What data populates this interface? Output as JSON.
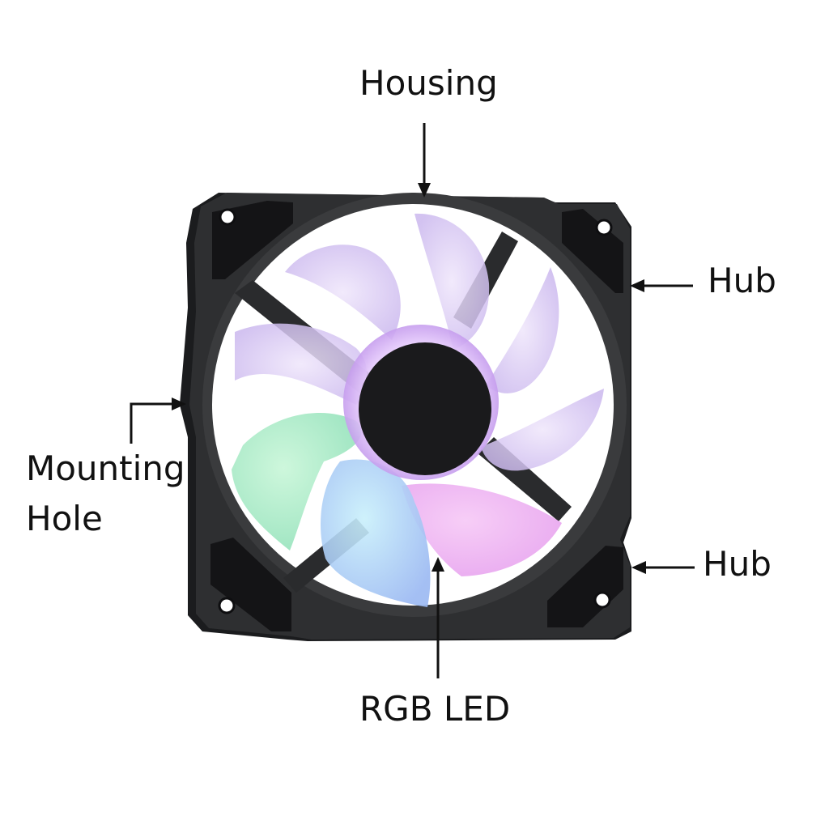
{
  "labels": {
    "housing": "Housing",
    "hub_top": "Hub",
    "hub_bottom": "Hub",
    "mounting_line1": "Mounting",
    "mounting_line2": "Hole",
    "rgb_led": "RGB LED"
  },
  "colors": {
    "frame": "#2e2f31",
    "frame_shadow": "#1b1c1e",
    "pad": "#141416",
    "ring": "#3a3b3d",
    "hub_cap": "#1a1a1c",
    "hub_ring": "#c9a3f0",
    "blade_lavender": "#d7c8f2",
    "blade_pink": "#eeaaf0",
    "blade_blue": "#9ad4f4",
    "blade_green": "#a6ecc4",
    "arrow": "#111111"
  }
}
